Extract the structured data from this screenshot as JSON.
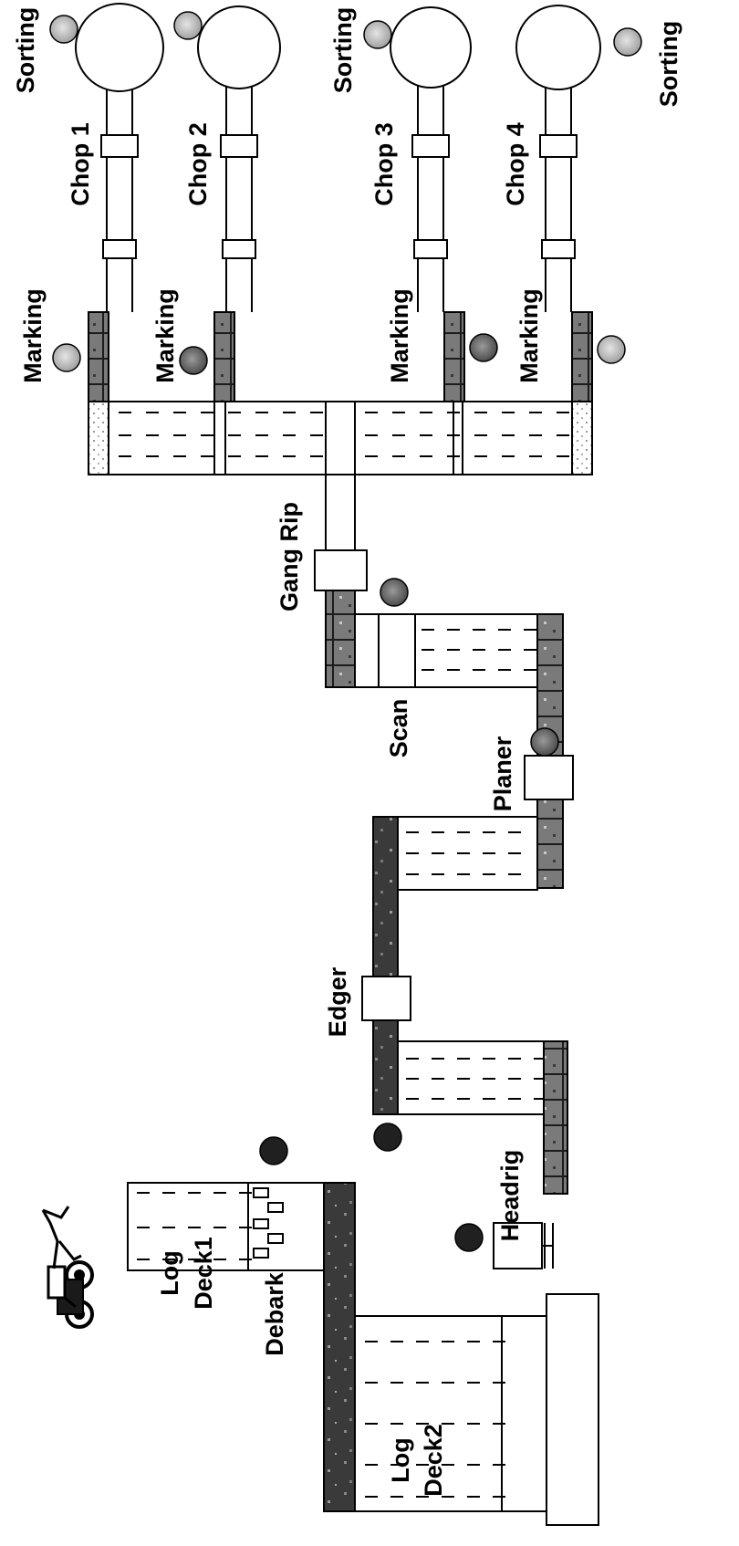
{
  "labels": {
    "sorting_1": "Sorting",
    "sorting_2": "Sorting",
    "sorting_3": "Sorting",
    "chop_1": "Chop 1",
    "chop_2": "Chop 2",
    "chop_3": "Chop 3",
    "chop_4": "Chop 4",
    "marking_1": "Marking",
    "marking_2": "Marking",
    "marking_3": "Marking",
    "marking_4": "Marking",
    "gang_rip": "Gang Rip",
    "scan": "Scan",
    "planer": "Planer",
    "edger": "Edger",
    "headrig": "Headrig",
    "debark": "Debark",
    "log_deck1_line1": "Log",
    "log_deck1_line2": "Deck1",
    "log_deck2_line1": "Log",
    "log_deck2_line2": "Deck2"
  },
  "colors": {
    "ink": "#000000",
    "background": "#ffffff",
    "conveyor_dark": "#3a3a3a",
    "conveyor_mid": "#7a7a7a",
    "operator_dark": "#202020",
    "operator_mid": "#555555",
    "operator_light": "#bdbdbd"
  },
  "icons": {
    "loader": "forklift-loader-icon",
    "worker": "operator-marker-icon"
  }
}
